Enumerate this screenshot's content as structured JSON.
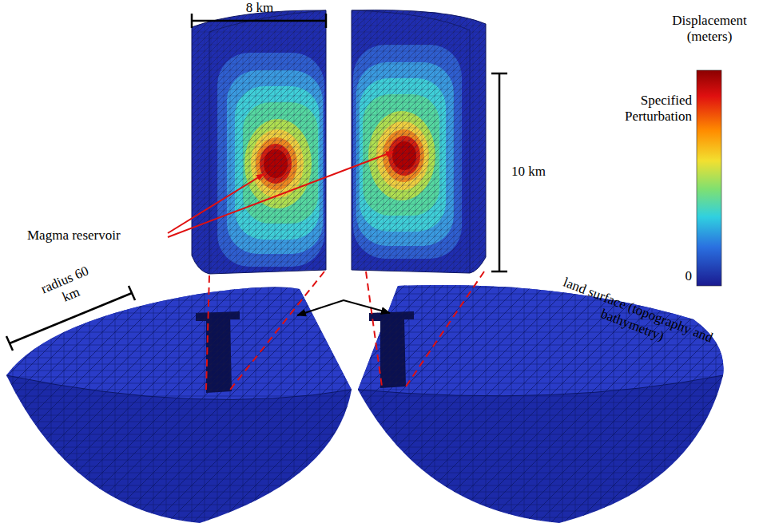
{
  "diagram": {
    "labels": [
      "8 km",
      "Magma reservoir",
      "10 km",
      "Displacement (meters)",
      "Specified Perturbation",
      "0",
      "radius 60 km",
      "land surface (topography and bathymetry)"
    ]
  }
}
